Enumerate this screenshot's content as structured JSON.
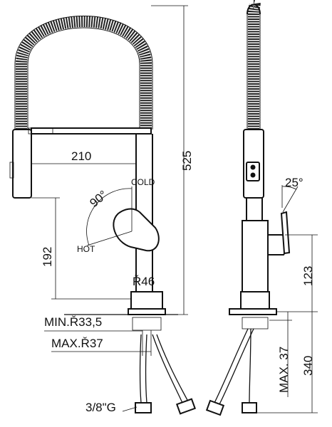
{
  "dimensions": {
    "width_210": "210",
    "height_525": "525",
    "height_192": "192",
    "height_123": "123",
    "height_340": "340",
    "max_37": "MAX. 37",
    "angle_90": "90°",
    "angle_25": "25°",
    "radius_46": "Ř46",
    "min_hole": "MIN.Ř33,5",
    "max_hole": "MAX.Ř37",
    "thread": "3/8\"G"
  },
  "labels": {
    "cold": "COLD",
    "hot": "HOT"
  }
}
